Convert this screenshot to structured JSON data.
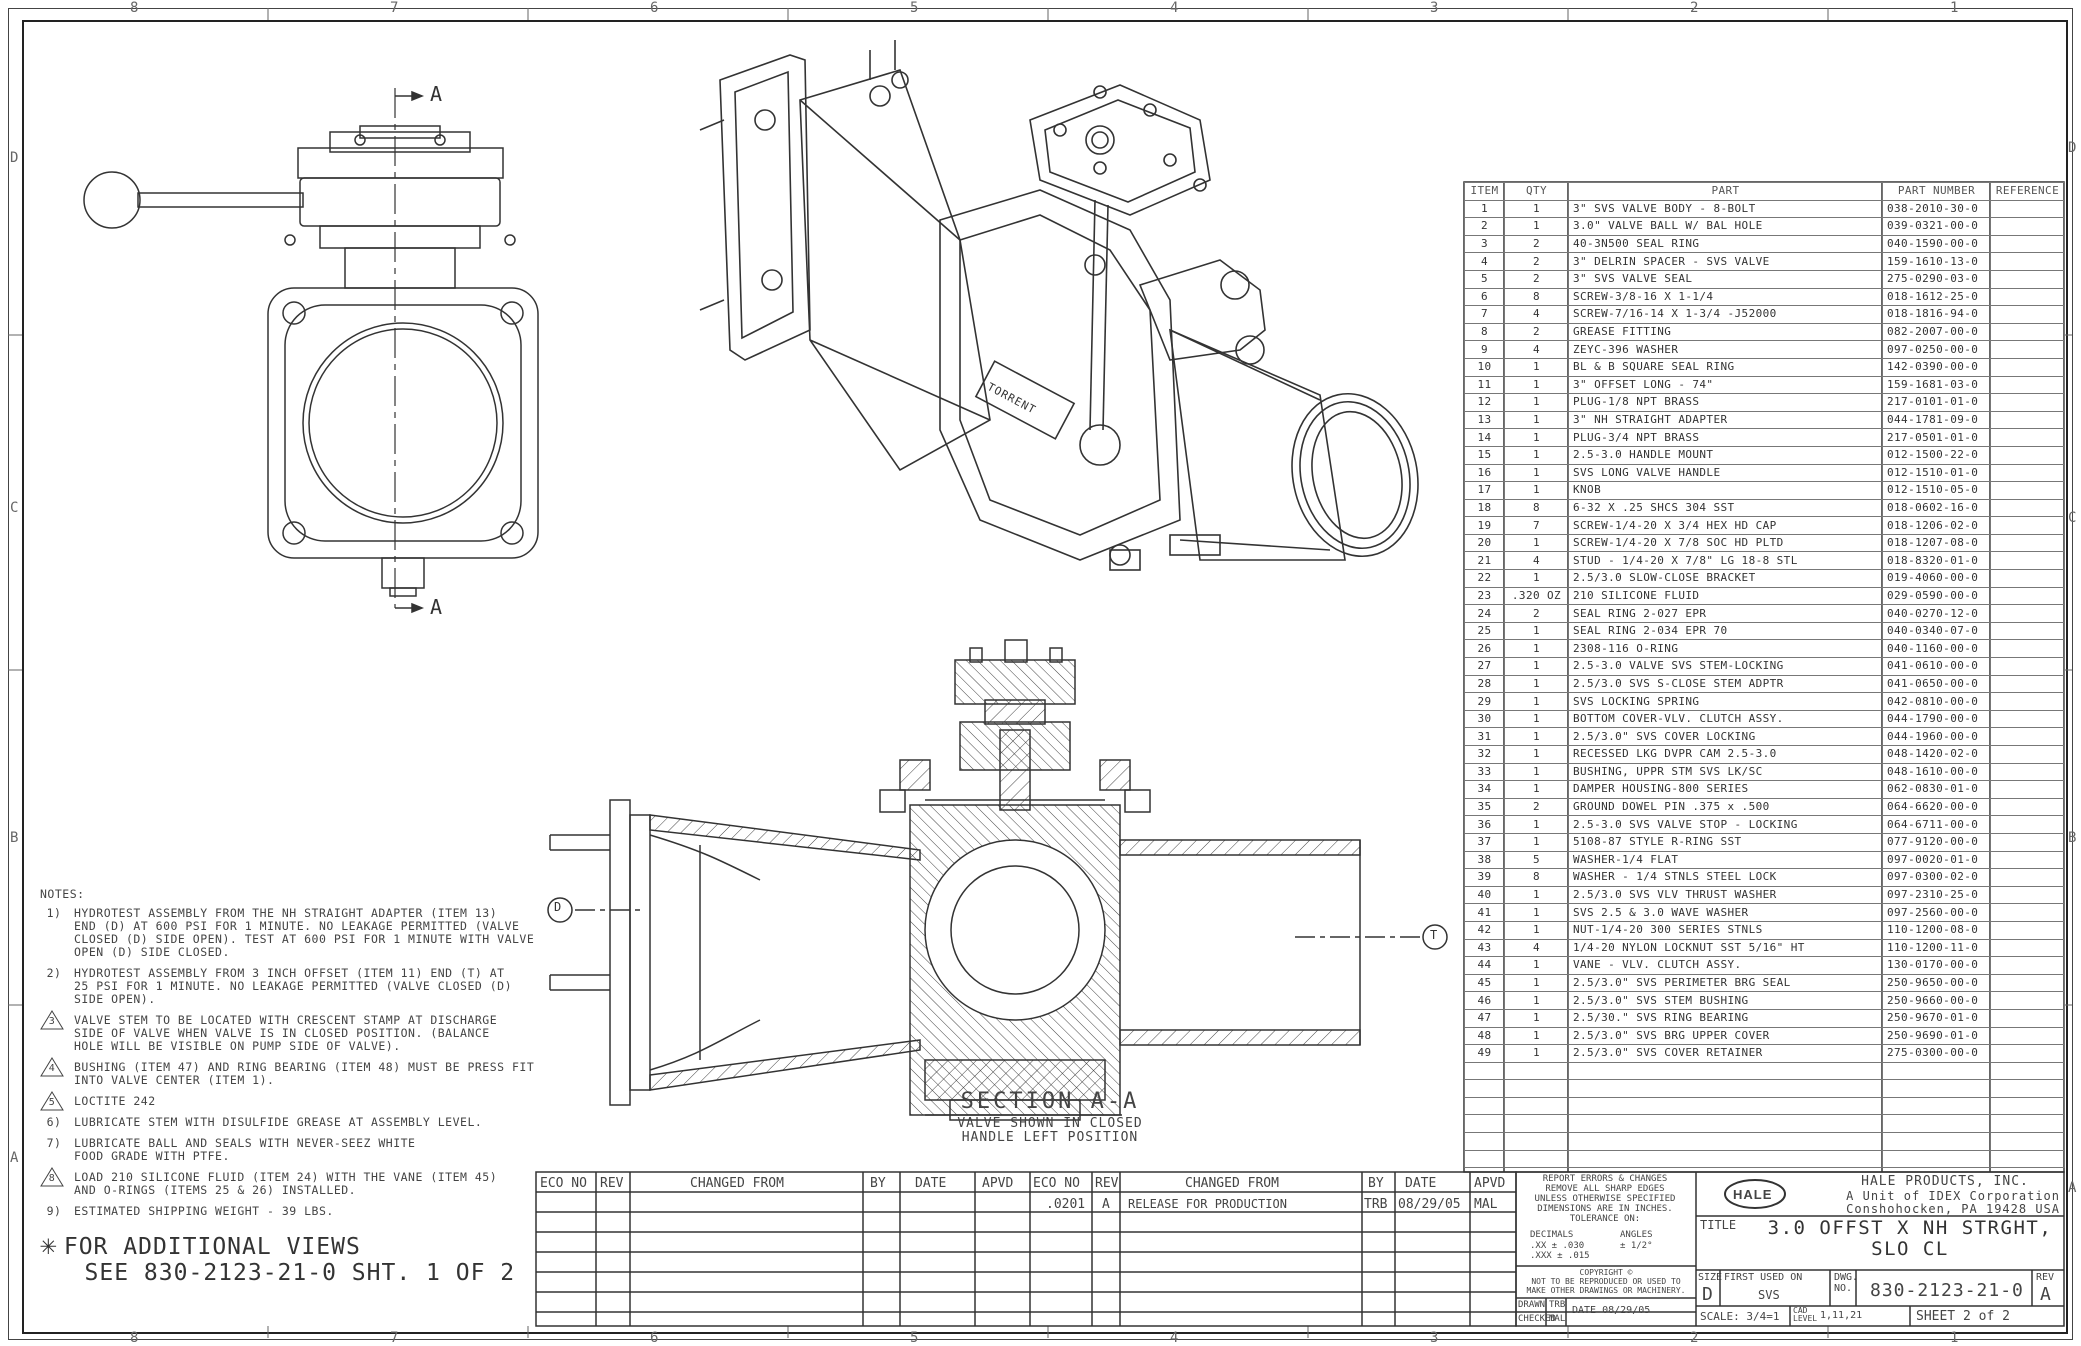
{
  "zones": {
    "top": [
      "8",
      "7",
      "6",
      "5",
      "4",
      "3",
      "2",
      "1"
    ],
    "side": [
      "D",
      "C",
      "B",
      "A"
    ]
  },
  "section_markers": {
    "top": "A",
    "bottom": "A"
  },
  "section_view": {
    "label": "SECTION A-A",
    "sub": "VALVE SHOWN IN CLOSED\nHANDLE LEFT POSITION",
    "inlet_tag": "D",
    "outlet_tag": "T"
  },
  "actuator_label": "TORRENT",
  "bom": {
    "headers": [
      "ITEM",
      "QTY",
      "PART",
      "PART NUMBER",
      "REFERENCE"
    ],
    "rows": [
      [
        "1",
        "1",
        "3\" SVS VALVE BODY - 8-BOLT",
        "038-2010-30-0"
      ],
      [
        "2",
        "1",
        "3.0\" VALVE BALL W/ BAL HOLE",
        "039-0321-00-0"
      ],
      [
        "3",
        "2",
        "40-3N500 SEAL RING",
        "040-1590-00-0"
      ],
      [
        "4",
        "2",
        "3\" DELRIN SPACER - SVS VALVE",
        "159-1610-13-0"
      ],
      [
        "5",
        "2",
        "3\" SVS VALVE SEAL",
        "275-0290-03-0"
      ],
      [
        "6",
        "8",
        "SCREW-3/8-16 X 1-1/4",
        "018-1612-25-0"
      ],
      [
        "7",
        "4",
        "SCREW-7/16-14 X 1-3/4 -J52000",
        "018-1816-94-0"
      ],
      [
        "8",
        "2",
        "GREASE FITTING",
        "082-2007-00-0"
      ],
      [
        "9",
        "4",
        "ZEYC-396 WASHER",
        "097-0250-00-0"
      ],
      [
        "10",
        "1",
        "BL & B SQUARE SEAL RING",
        "142-0390-00-0"
      ],
      [
        "11",
        "1",
        "3\" OFFSET LONG - 74\"",
        "159-1681-03-0"
      ],
      [
        "12",
        "1",
        "PLUG-1/8 NPT BRASS",
        "217-0101-01-0"
      ],
      [
        "13",
        "1",
        "3\" NH STRAIGHT ADAPTER",
        "044-1781-09-0"
      ],
      [
        "14",
        "1",
        "PLUG-3/4 NPT BRASS",
        "217-0501-01-0"
      ],
      [
        "15",
        "1",
        "2.5-3.0 HANDLE MOUNT",
        "012-1500-22-0"
      ],
      [
        "16",
        "1",
        "SVS LONG VALVE HANDLE",
        "012-1510-01-0"
      ],
      [
        "17",
        "1",
        "KNOB",
        "012-1510-05-0"
      ],
      [
        "18",
        "8",
        "6-32 X .25 SHCS 304 SST",
        "018-0602-16-0"
      ],
      [
        "19",
        "7",
        "SCREW-1/4-20 X 3/4 HEX HD CAP",
        "018-1206-02-0"
      ],
      [
        "20",
        "1",
        "SCREW-1/4-20 X 7/8 SOC HD PLTD",
        "018-1207-08-0"
      ],
      [
        "21",
        "4",
        "STUD - 1/4-20 X 7/8\" LG 18-8 STL",
        "018-8320-01-0"
      ],
      [
        "22",
        "1",
        "2.5/3.0 SLOW-CLOSE BRACKET",
        "019-4060-00-0"
      ],
      [
        "23",
        ".320 OZ",
        "210 SILICONE FLUID",
        "029-0590-00-0"
      ],
      [
        "24",
        "2",
        "SEAL RING 2-027 EPR",
        "040-0270-12-0"
      ],
      [
        "25",
        "1",
        "SEAL RING 2-034 EPR 70",
        "040-0340-07-0"
      ],
      [
        "26",
        "1",
        "2308-116 O-RING",
        "040-1160-00-0"
      ],
      [
        "27",
        "1",
        "2.5-3.0 VALVE SVS STEM-LOCKING",
        "041-0610-00-0"
      ],
      [
        "28",
        "1",
        "2.5/3.0 SVS S-CLOSE STEM ADPTR",
        "041-0650-00-0"
      ],
      [
        "29",
        "1",
        "SVS LOCKING SPRING",
        "042-0810-00-0"
      ],
      [
        "30",
        "1",
        "BOTTOM COVER-VLV. CLUTCH ASSY.",
        "044-1790-00-0"
      ],
      [
        "31",
        "1",
        "2.5/3.0\" SVS COVER LOCKING",
        "044-1960-00-0"
      ],
      [
        "32",
        "1",
        "RECESSED LKG DVPR CAM 2.5-3.0",
        "048-1420-02-0"
      ],
      [
        "33",
        "1",
        "BUSHING, UPPR STM SVS LK/SC",
        "048-1610-00-0"
      ],
      [
        "34",
        "1",
        "DAMPER HOUSING-800 SERIES",
        "062-0830-01-0"
      ],
      [
        "35",
        "2",
        "GROUND DOWEL PIN .375 x .500",
        "064-6620-00-0"
      ],
      [
        "36",
        "1",
        "2.5-3.0 SVS VALVE STOP - LOCKING",
        "064-6711-00-0"
      ],
      [
        "37",
        "1",
        "5108-87 STYLE R-RING SST",
        "077-9120-00-0"
      ],
      [
        "38",
        "5",
        "WASHER-1/4 FLAT",
        "097-0020-01-0"
      ],
      [
        "39",
        "8",
        "WASHER - 1/4 STNLS STEEL LOCK",
        "097-0300-02-0"
      ],
      [
        "40",
        "1",
        "2.5/3.0 SVS VLV THRUST WASHER",
        "097-2310-25-0"
      ],
      [
        "41",
        "1",
        "SVS 2.5 & 3.0 WAVE WASHER",
        "097-2560-00-0"
      ],
      [
        "42",
        "1",
        "NUT-1/4-20 300 SERIES STNLS",
        "110-1200-08-0"
      ],
      [
        "43",
        "4",
        "1/4-20 NYLON LOCKNUT SST 5/16\" HT",
        "110-1200-11-0"
      ],
      [
        "44",
        "1",
        "VANE - VLV. CLUTCH ASSY.",
        "130-0170-00-0"
      ],
      [
        "45",
        "1",
        "2.5/3.0\" SVS PERIMETER BRG SEAL",
        "250-9650-00-0"
      ],
      [
        "46",
        "1",
        "2.5/3.0\" SVS STEM BUSHING",
        "250-9660-00-0"
      ],
      [
        "47",
        "1",
        "2.5/30.\" SVS RING BEARING",
        "250-9670-01-0"
      ],
      [
        "48",
        "1",
        "2.5/3.0\" SVS BRG UPPER COVER",
        "250-9690-01-0"
      ],
      [
        "49",
        "1",
        "2.5/3.0\" SVS COVER RETAINER",
        "275-0300-00-0"
      ]
    ]
  },
  "notes": {
    "header": "NOTES:",
    "items": [
      {
        "mark": "1)",
        "tri": false,
        "text": "HYDROTEST ASSEMBLY FROM THE NH STRAIGHT ADAPTER (ITEM 13)\nEND (D) AT 600 PSI FOR 1 MINUTE. NO LEAKAGE PERMITTED (VALVE\nCLOSED (D) SIDE OPEN). TEST AT 600 PSI FOR 1 MINUTE WITH VALVE\nOPEN (D) SIDE CLOSED."
      },
      {
        "mark": "2)",
        "tri": false,
        "text": "HYDROTEST ASSEMBLY FROM 3 INCH OFFSET (ITEM 11) END (T) AT\n25 PSI FOR 1 MINUTE. NO LEAKAGE PERMITTED (VALVE CLOSED (D)\nSIDE OPEN)."
      },
      {
        "mark": "3",
        "tri": true,
        "text": "VALVE STEM TO BE LOCATED WITH CRESCENT STAMP AT DISCHARGE\nSIDE OF VALVE WHEN VALVE IS IN CLOSED POSITION. (BALANCE\nHOLE WILL BE VISIBLE ON PUMP SIDE OF VALVE)."
      },
      {
        "mark": "4",
        "tri": true,
        "text": "BUSHING (ITEM 47) AND RING BEARING (ITEM 48) MUST BE PRESS FIT\nINTO VALVE CENTER (ITEM 1)."
      },
      {
        "mark": "5",
        "tri": true,
        "text": "LOCTITE 242"
      },
      {
        "mark": "6)",
        "tri": false,
        "text": "LUBRICATE STEM WITH DISULFIDE GREASE AT ASSEMBLY LEVEL."
      },
      {
        "mark": "7)",
        "tri": false,
        "text": "LUBRICATE BALL AND SEALS WITH NEVER-SEEZ WHITE\nFOOD GRADE WITH PTFE."
      },
      {
        "mark": "8",
        "tri": true,
        "text": "LOAD 210 SILICONE FLUID (ITEM 24) WITH THE VANE (ITEM 45)\nAND O-RINGS (ITEMS 25 & 26) INSTALLED."
      },
      {
        "mark": "9)",
        "tri": false,
        "text": "ESTIMATED SHIPPING WEIGHT - 39 LBS."
      }
    ]
  },
  "additional_views": "FOR ADDITIONAL VIEWS\n   SEE 830-2123-21-0 SHT. 1 OF 2",
  "revisions": {
    "left_headers": [
      "ECO NO",
      "REV",
      "CHANGED FROM",
      "BY",
      "DATE",
      "APVD"
    ],
    "right_headers": [
      "ECO NO",
      "REV",
      "CHANGED FROM",
      "BY",
      "DATE",
      "APVD"
    ],
    "right_row": [
      ".0201",
      "A",
      "RELEASE FOR PRODUCTION",
      "TRB",
      "08/29/05",
      "MAL"
    ]
  },
  "title_block": {
    "report": "REPORT ERRORS & CHANGES\nREMOVE ALL SHARP EDGES\nUNLESS OTHERWISE SPECIFIED\nDIMENSIONS ARE IN INCHES.\nTOLERANCE ON:",
    "decimals_label": "DECIMALS",
    "angles_label": "ANGLES",
    "tol1": ".XX ± .030",
    "tol2": ".XXX ± .015",
    "angle_tol": "± 1/2°",
    "copyright": "COPYRIGHT ©\nNOT TO BE REPRODUCED OR USED TO\nMAKE OTHER DRAWINGS OR MACHINERY.",
    "drawn_label": "DRAWN",
    "drawn_by": "TRB",
    "checked_label": "CHECKED",
    "checked_by": "MAL",
    "date": "DATE 08/29/05",
    "company": "HALE PRODUCTS, INC.",
    "company_sub": "A Unit of IDEX Corporation",
    "company_loc": "Conshohocken, PA 19428 USA",
    "logo_text": "HALE",
    "title_label": "TITLE",
    "title": "3.0 OFFST X NH STRGHT,\nSLO CL",
    "size_label": "SIZE",
    "size": "D",
    "first_used_label": "FIRST USED ON",
    "first_used": "SVS",
    "dwg_label": "DWG.\nNO.",
    "dwg_no": "830-2123-21-0",
    "rev_label": "REV",
    "rev": "A",
    "scale": "SCALE: 3/4=1",
    "cad_label": "CAD\nLEVEL",
    "cad": "1,11,21",
    "sheet": "SHEET  2  of  2"
  }
}
